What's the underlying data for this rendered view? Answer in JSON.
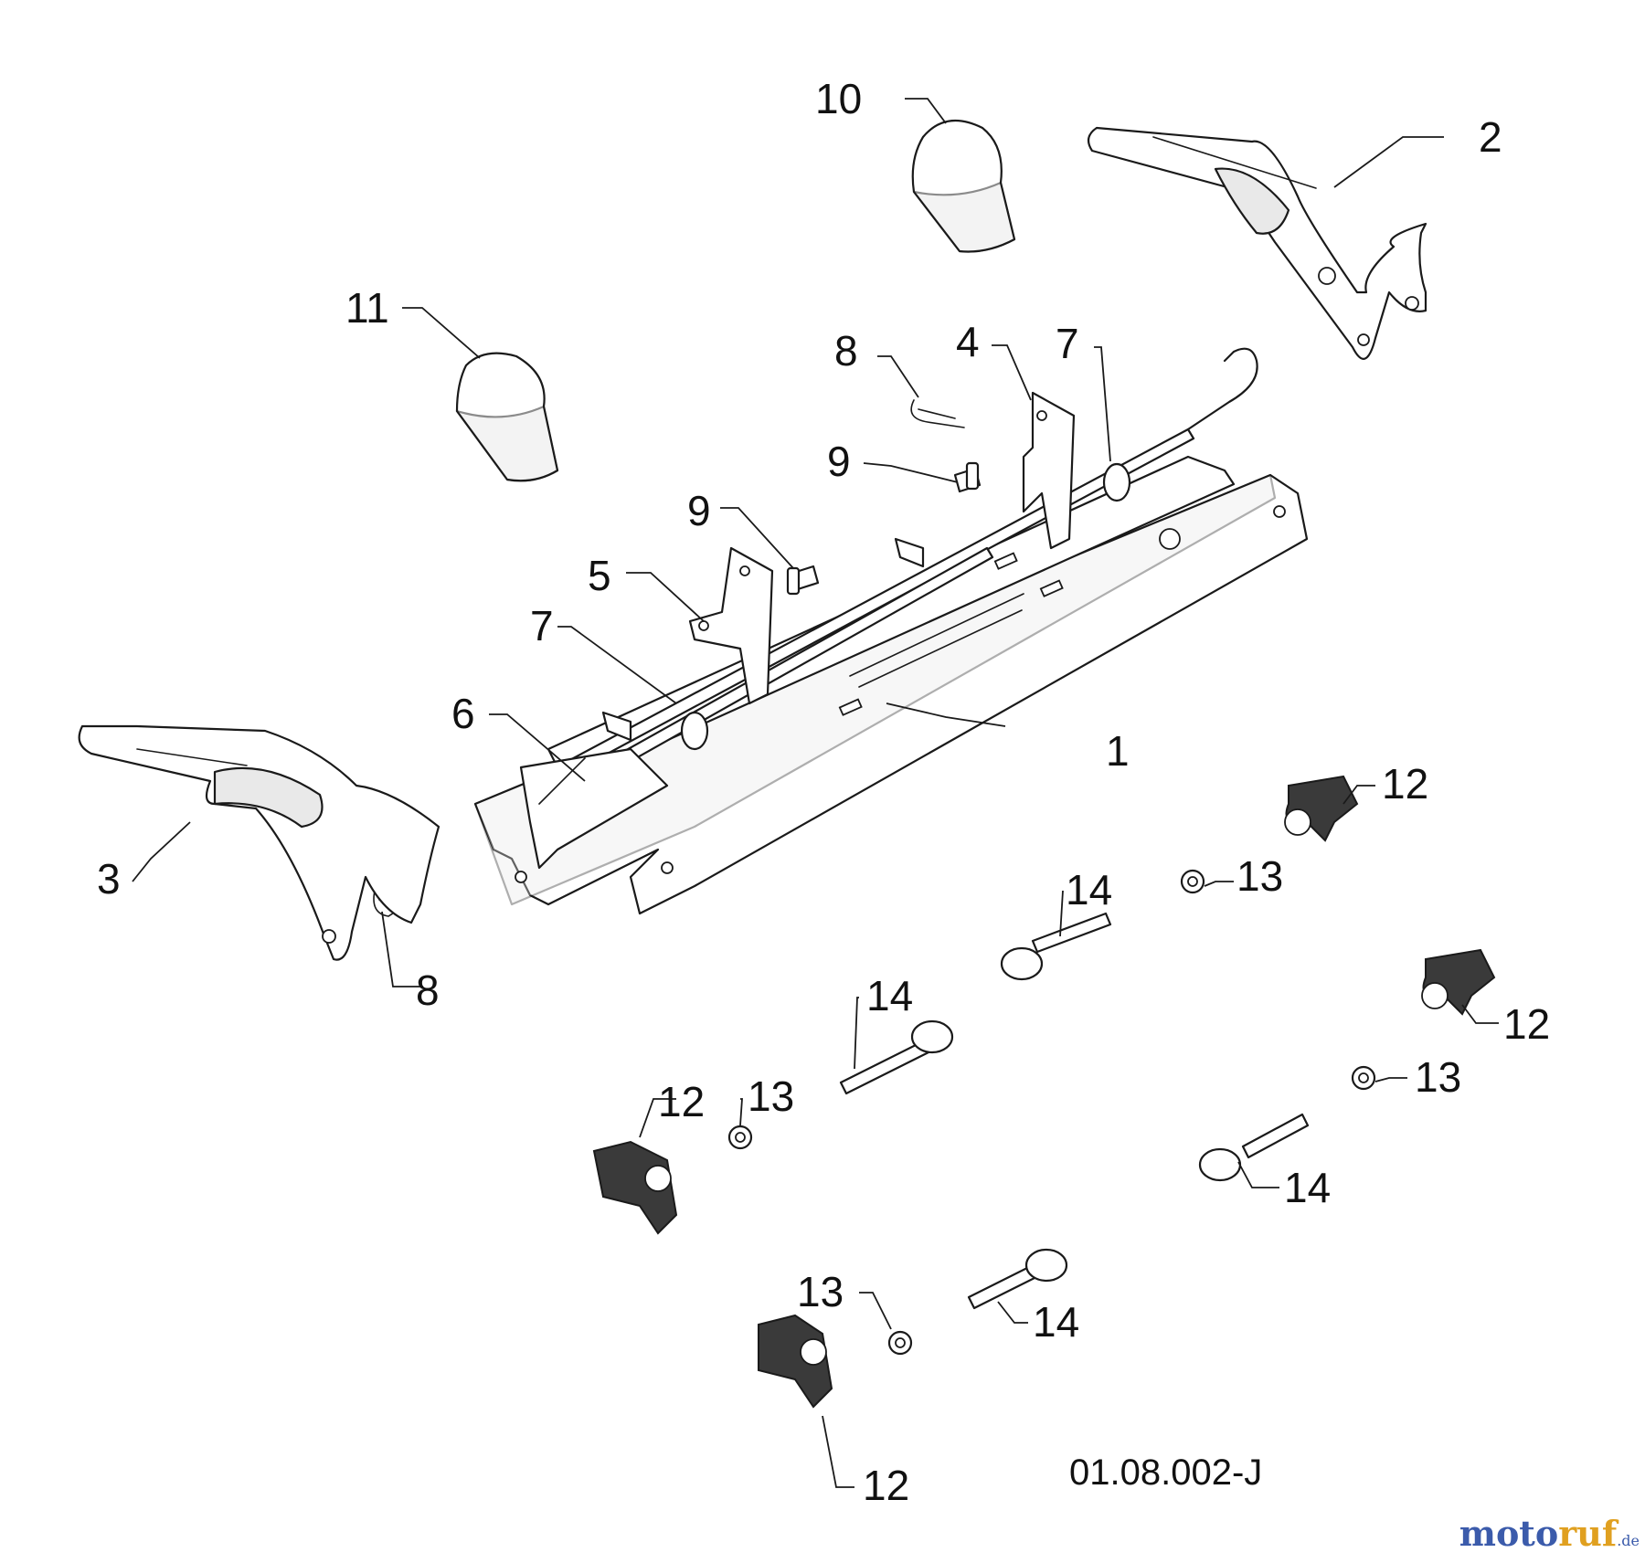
{
  "diagram": {
    "code": "01.08.002-J",
    "watermark": {
      "brand": "motoruf",
      "tld": ".de",
      "colors": {
        "moto": "#3b5bab",
        "ruf": "#e0a020"
      }
    },
    "callouts": {
      "c1": "1",
      "c2": "2",
      "c3": "3",
      "c4": "4",
      "c5": "5",
      "c6": "6",
      "c7a": "7",
      "c7b": "7",
      "c8a": "8",
      "c8b": "8",
      "c9a": "9",
      "c9b": "9",
      "c10": "10",
      "c11": "11",
      "c12a": "12",
      "c12b": "12",
      "c12c": "12",
      "c12d": "12",
      "c13a": "13",
      "c13b": "13",
      "c13c": "13",
      "c13d": "13",
      "c14a": "14",
      "c14b": "14",
      "c14c": "14",
      "c14d": "14"
    }
  }
}
